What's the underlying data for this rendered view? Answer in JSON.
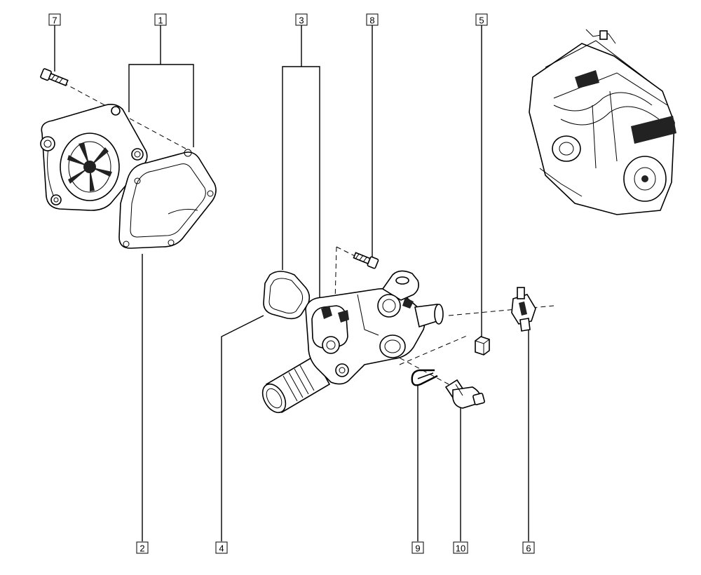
{
  "diagram": {
    "callouts": [
      "7",
      "1",
      "3",
      "8",
      "5",
      "2",
      "4",
      "9",
      "10",
      "6"
    ],
    "icons": {
      "water_pump": "water-pump-icon",
      "pump_gasket": "gasket-icon",
      "thermostat_housing": "thermostat-housing-icon",
      "housing_seal": "seal-ring-icon",
      "bolt": "bolt-icon",
      "nut": "nut-icon",
      "clip": "retaining-clip-icon",
      "temperature_sensor": "temperature-sensor-icon",
      "hose_connector": "hose-connector-icon",
      "engine": "engine-overview-icon"
    }
  }
}
